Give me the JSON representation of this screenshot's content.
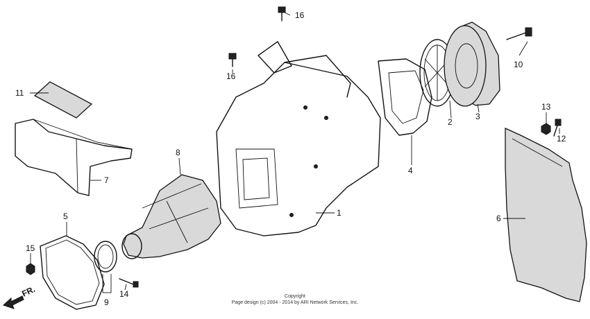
{
  "callouts": {
    "p1": "1",
    "p2": "2",
    "p3": "3",
    "p4": "4",
    "p5": "5",
    "p6": "6",
    "p7": "7",
    "p8": "8",
    "p9": "9",
    "p10": "10",
    "p11": "11",
    "p12": "12",
    "p13": "13",
    "p14": "14",
    "p15": "15",
    "p16a": "16",
    "p16b": "16"
  },
  "direction_label": "FR.",
  "copyright": {
    "line1": "Copyright",
    "line2": "Page design (c) 2004 - 2014 by ARI Network Services, Inc."
  },
  "icons": [
    "front-direction-arrow-icon"
  ]
}
